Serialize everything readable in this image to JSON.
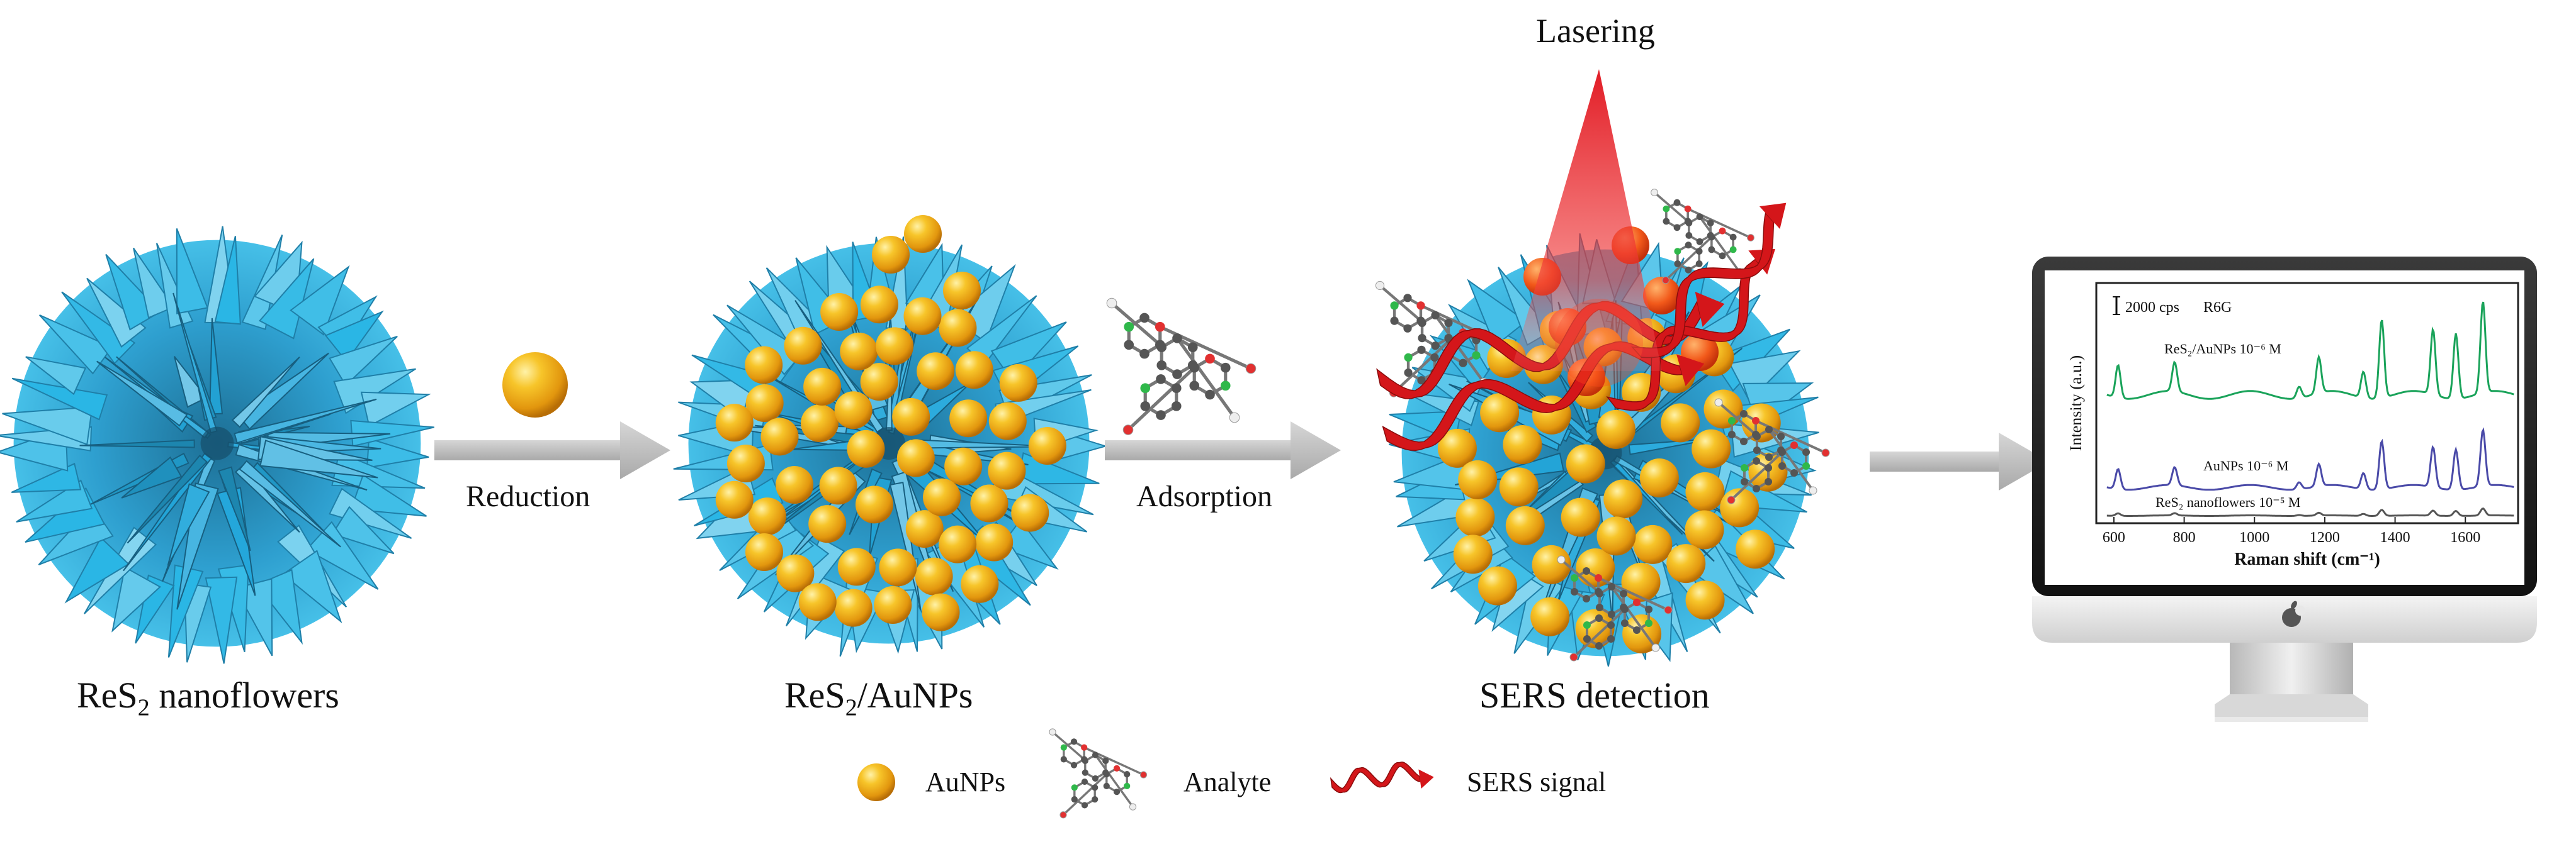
{
  "stages": {
    "stage1": {
      "label_prefix": "ReS",
      "label_sub": "2",
      "label_suffix": " nanoflowers"
    },
    "stage2": {
      "label_prefix": "ReS",
      "label_sub": "2",
      "label_suffix": "/AuNPs"
    },
    "stage3": {
      "label": "SERS detection"
    }
  },
  "steps": {
    "reduction": "Reduction",
    "adsorption": "Adsorption",
    "lasering": "Lasering"
  },
  "legend": {
    "aunps": "AuNPs",
    "analyte": "Analyte",
    "sers_signal": "SERS signal"
  },
  "spectrum": {
    "scale_label": "2000 cps",
    "analyte_name": "R6G",
    "ylabel": "Intensity (a.u.)",
    "xlabel": "Raman shift (cm⁻¹)",
    "xticks": [
      "600",
      "800",
      "1000",
      "1200",
      "1400",
      "1600"
    ],
    "series": [
      {
        "label": "ReS₂/AuNPs 10⁻⁶ M",
        "color": "#1aa35a"
      },
      {
        "label": "AuNPs 10⁻⁶ M",
        "color": "#4a4aa8"
      },
      {
        "label": "ReS₂ nanoflowers 10⁻⁵ M",
        "color": "#555555"
      }
    ]
  },
  "colors": {
    "flower": "#36b8e0",
    "flower_dark": "#1a6f93",
    "gold": "#f2b21a",
    "arrow": "#c4c4c4",
    "laser": "#e8201c",
    "ribbon": "#d01818"
  }
}
